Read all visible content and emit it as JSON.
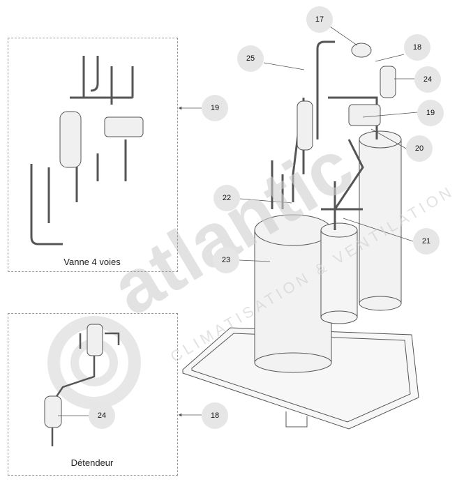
{
  "watermark": {
    "brand": "atlantic",
    "tagline": "CLIMATISATION & VENTILATION"
  },
  "insets": {
    "top_caption": "Vanne 4 voies",
    "bottom_caption": "Détendeur"
  },
  "callouts": {
    "c17": "17",
    "c18_main": "18",
    "c24_main": "24",
    "c25": "25",
    "c19_main": "19",
    "c20": "20",
    "c22": "22",
    "c21": "21",
    "c23": "23",
    "c19_inset": "19",
    "c18_inset": "18",
    "c24_inset": "24"
  },
  "colors": {
    "line": "#555555",
    "callout_fill": "#e6e6e6",
    "watermark": "#d9d9d9"
  }
}
